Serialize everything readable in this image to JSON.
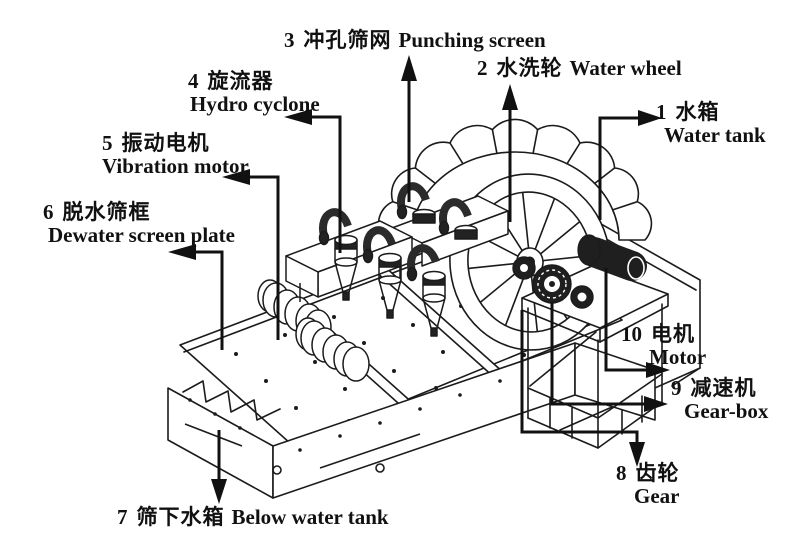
{
  "diagram": {
    "type": "machine-structure-diagram",
    "subject": "wheel bucket sand washing machine",
    "languages": [
      "zh",
      "en"
    ]
  },
  "colors": {
    "line": "#1b1b1b",
    "leader": "#111111",
    "background": "#ffffff",
    "dark_fill": "#222222"
  },
  "parts": [
    {
      "num": "1",
      "zh": "水箱",
      "en": "Water tank"
    },
    {
      "num": "2",
      "zh": "水洗轮",
      "en": "Water wheel"
    },
    {
      "num": "3",
      "zh": "冲孔筛网",
      "en": "Punching screen"
    },
    {
      "num": "4",
      "zh": "旋流器",
      "en": "Hydro cyclone"
    },
    {
      "num": "5",
      "zh": "振动电机",
      "en": "Vibration motor"
    },
    {
      "num": "6",
      "zh": "脱水筛框",
      "en": "Dewater screen plate"
    },
    {
      "num": "7",
      "zh": "筛下水箱",
      "en": "Below water tank"
    },
    {
      "num": "8",
      "zh": "齿轮",
      "en": "Gear"
    },
    {
      "num": "9",
      "zh": "减速机",
      "en": "Gear-box"
    },
    {
      "num": "10",
      "zh": "电机",
      "en": "Motor"
    }
  ]
}
